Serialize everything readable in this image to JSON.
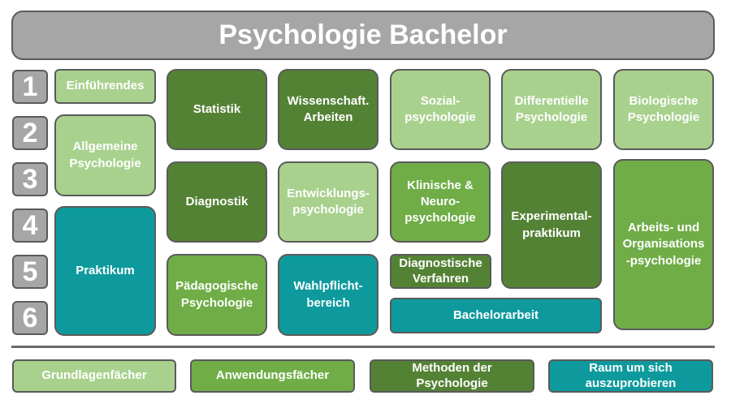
{
  "title": "Psychologie Bachelor",
  "semesters": [
    "1",
    "2",
    "3",
    "4",
    "5",
    "6"
  ],
  "modules": {
    "einfuehrendes": "Einführendes",
    "allgemeine": "Allgemeine\nPsychologie",
    "praktikum": "Praktikum",
    "statistik": "Statistik",
    "diagnostik": "Diagnostik",
    "paedagogische": "Pädagogische\nPsychologie",
    "wissenschaft": "Wissenschaft.\nArbeiten",
    "entwicklung": "Entwicklungs-\npsychologie",
    "wahlpflicht": "Wahlpflicht-\nbereich",
    "sozial": "Sozial-\npsychologie",
    "klinische": "Klinische &\nNeuro-\npsychologie",
    "diag_verfahren": "Diagnostische\nVerfahren",
    "bachelorarbeit": "Bachelorarbeit",
    "differentielle": "Differentielle\nPsychologie",
    "experimental": "Experimental-\npraktikum",
    "biologische": "Biologische\nPsychologie",
    "arbeits": "Arbeits- und\nOrganisations\n-psychologie"
  },
  "legend": {
    "grundlagen": "Grundlagenfächer",
    "anwendung": "Anwendungsfächer",
    "methoden": "Methoden der\nPsychologie",
    "raum": "Raum um sich\nauszuprobieren"
  },
  "colors": {
    "grundlagen": "#a9d18e",
    "anwendung": "#70ad47",
    "methoden": "#548235",
    "raum": "#0e9a9d",
    "header": "#a6a6a6"
  }
}
